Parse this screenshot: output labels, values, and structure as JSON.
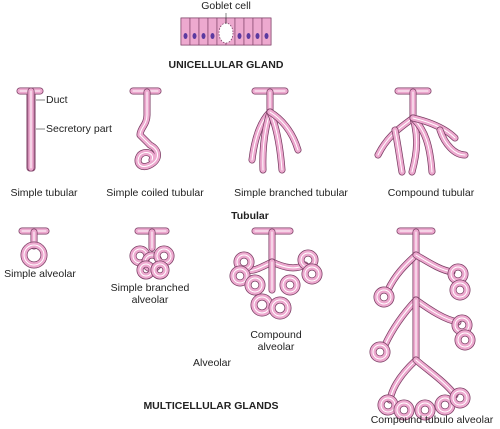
{
  "labels": {
    "goblet_cell": "Goblet cell",
    "unicellular_gland": "UNICELLULAR GLAND",
    "duct": "Duct",
    "secretory_part": "Secretory part",
    "simple_tubular": "Simple tubular",
    "simple_coiled_tubular": "Simple coiled tubular",
    "simple_branched_tubular": "Simple branched tubular",
    "compound_tubular": "Compound tubular",
    "tubular": "Tubular",
    "simple_alveolar": "Simple alveolar",
    "simple_branched_alveolar_1": "Simple branched",
    "simple_branched_alveolar_2": "alveolar",
    "compound_alveolar_1": "Compound",
    "compound_alveolar_2": "alveolar",
    "alveolar": "Alveolar",
    "multicellular_glands": "MULTICELLULAR GLANDS",
    "compound_tubulo_alveolar": "Compound tubulo alveolar"
  },
  "colors": {
    "fill": "#eda9cf",
    "stroke": "#7a3d63",
    "nucleus": "#5b3aa0",
    "lumen": "#ffffff"
  }
}
